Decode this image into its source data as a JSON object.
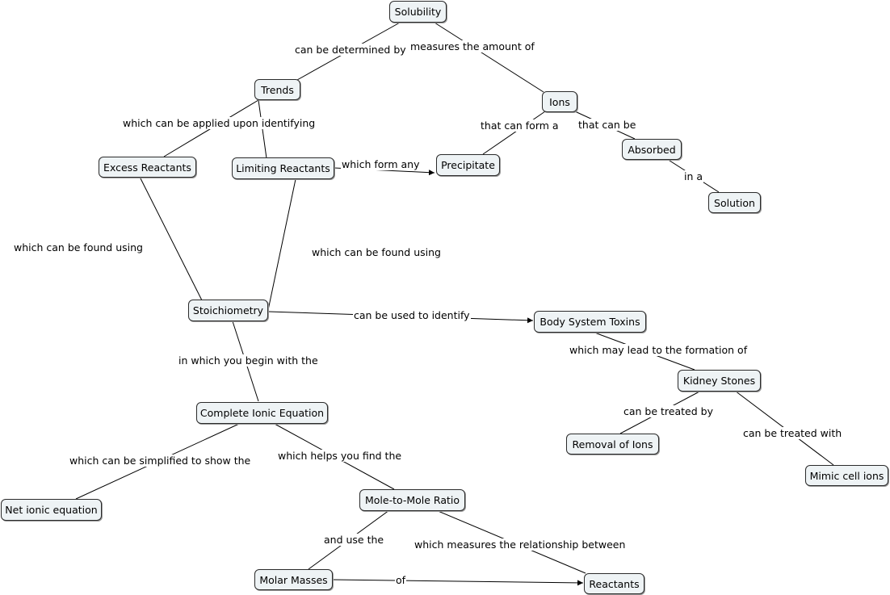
{
  "nodes": {
    "solubility": "Solubility",
    "trends": "Trends",
    "ions": "Ions",
    "excess_reactants": "Excess Reactants",
    "limiting_reactants": "Limiting Reactants",
    "precipitate": "Precipitate",
    "absorbed": "Absorbed",
    "solution": "Solution",
    "stoichiometry": "Stoichiometry",
    "body_system_toxins": "Body System Toxins",
    "kidney_stones": "Kidney Stones",
    "complete_ionic_equation": "Complete Ionic Equation",
    "removal_of_ions": "Removal of Ions",
    "mimic_cell_ions": "Mimic cell ions",
    "net_ionic_equation": "Net ionic equation",
    "mole_to_mole_ratio": "Mole-to-Mole Ratio",
    "molar_masses": "Molar Masses",
    "reactants": "Reactants"
  },
  "links": {
    "can_be_determined_by": "can be determined by",
    "measures_the_amount_of": "measures the amount of",
    "which_can_be_applied_upon_identifying": "which can be applied upon identifying",
    "that_can_form_a": "that can form a",
    "that_can_be": "that can be",
    "which_form_any": "which form any",
    "in_a": "in a",
    "which_can_be_found_using_1": "which can be found using",
    "which_can_be_found_using_2": "which can be found using",
    "can_be_used_to_identify": "can be used to identify",
    "which_may_lead_to_the_formation_of": "which may lead to the formation of",
    "in_which_you_begin_with_the": "in which you begin with the",
    "can_be_treated_by": "can be treated by",
    "can_be_treated_with": "can be treated with",
    "which_can_be_simplified_to_show_the": "which can be simplified to show the",
    "which_helps_you_find_the": "which helps you find the",
    "and_use_the": "and use the",
    "which_measures_the_relationship_between": "which measures the relationship between",
    "of": "of"
  }
}
